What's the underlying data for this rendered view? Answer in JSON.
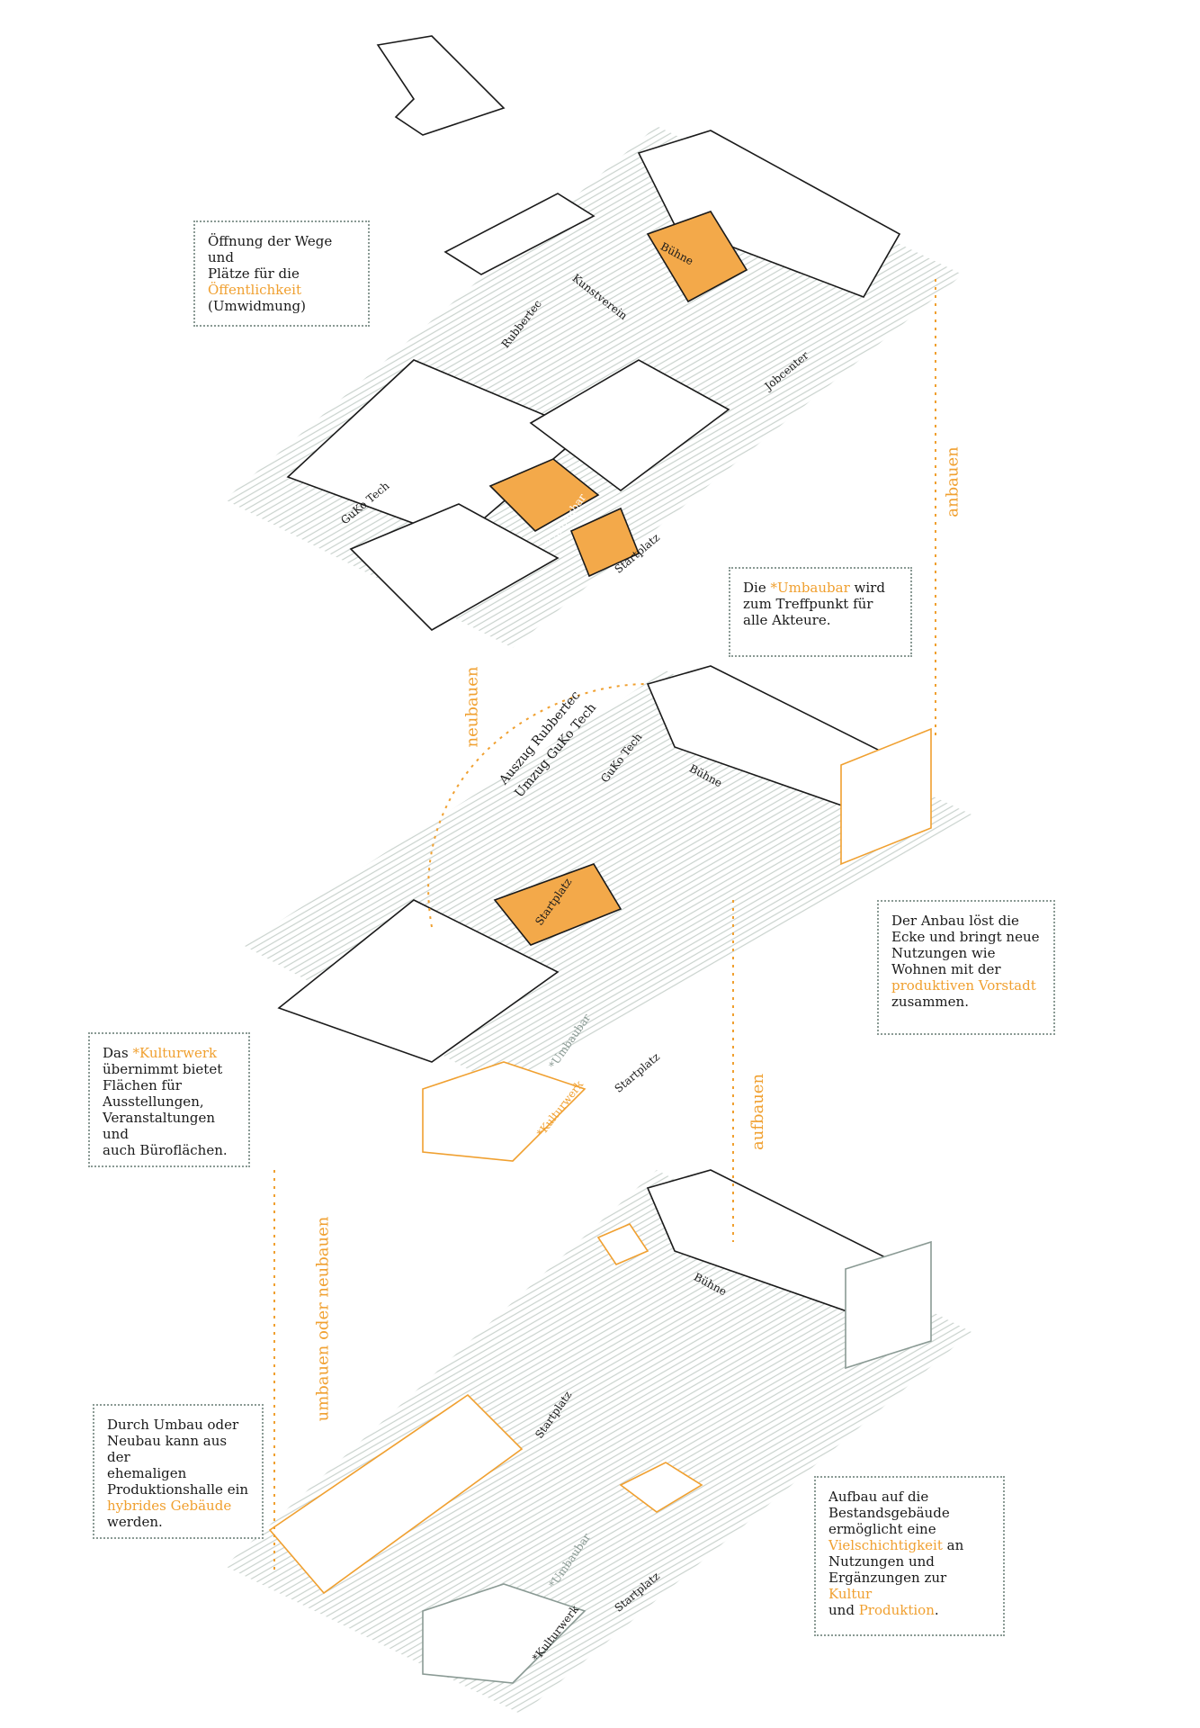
{
  "colors": {
    "accent": "#f0a030",
    "ink": "#1a1a1a",
    "dotted_frame": "#8a9a94",
    "highlight_fill": "#f3a94a",
    "ground_lines": "#c9d2cd"
  },
  "callouts": {
    "oeffnung": {
      "l1": "Öffnung der Wege und",
      "l2": "Plätze für die",
      "l3": "Öffentlichkeit",
      "l4": "(Umwidmung)"
    },
    "umbaubar": {
      "a": "Die ",
      "b": "*Umbaubar",
      "c": " wird",
      "l2": "zum Treffpunkt für",
      "l3": "alle Akteure."
    },
    "anbau": {
      "l1": "Der Anbau löst die",
      "l2": "Ecke und bringt neue",
      "l3": "Nutzungen wie",
      "l4": "Wohnen mit der",
      "l5": "produktiven Vorstadt",
      "l6": "zusammen."
    },
    "kulturwerk": {
      "a": "Das ",
      "b": "*Kulturwerk",
      "l2": "übernimmt bietet",
      "l3": "Flächen für",
      "l4": "Ausstellungen,",
      "l5": "Veranstaltungen und",
      "l6": "auch Büroflächen."
    },
    "umbau": {
      "l1": "Durch Umbau oder",
      "l2": "Neubau kann aus der",
      "l3": "ehemaligen",
      "l4": "Produktionshalle ein",
      "l5": "hybrides Gebäude",
      "l6": "werden."
    },
    "aufbau": {
      "l1": "Aufbau auf die",
      "l2": "Bestandsgebäude",
      "l3": "ermöglicht eine",
      "l4a": "Vielschichtigkeit",
      "l4b": " an",
      "l5": "Nutzungen und",
      "l6a": "Ergänzungen zur ",
      "l6b": "Kultur",
      "l7a": "und ",
      "l7b": "Produktion",
      "l7c": "."
    }
  },
  "vertical_labels": {
    "anbauen": "anbauen",
    "neubauen": "neubauen",
    "aufbauen": "aufbauen",
    "umbauen_oder_neubauen": "umbauen oder neubauen"
  },
  "building_labels": {
    "top": {
      "rubbertec": "Rubbertec",
      "kunstverein": "Kunstverein",
      "buehne": "Bühne",
      "jobcenter": "Jobcenter",
      "guko_tech": "GuKo Tech",
      "umbaubar": "*Umbaubar",
      "startplatz": "Startplatz"
    },
    "middle": {
      "auszug": "Auszug Rubbertec",
      "umzug": "Umzug GuKo Tech",
      "guko_tech": "GuKo Tech",
      "buehne": "Bühne",
      "startplatz": "Startplatz",
      "umbaubar": "*Umbaubar",
      "startplatz2": "Startplatz",
      "kulturwerk": "*Kulturwerk"
    },
    "bottom": {
      "buehne": "Bühne",
      "startplatz": "Startplatz",
      "umbaubar": "*Umbaubar",
      "startplatz2": "Startplatz",
      "kulturwerk": "*Kulturwerk"
    }
  }
}
